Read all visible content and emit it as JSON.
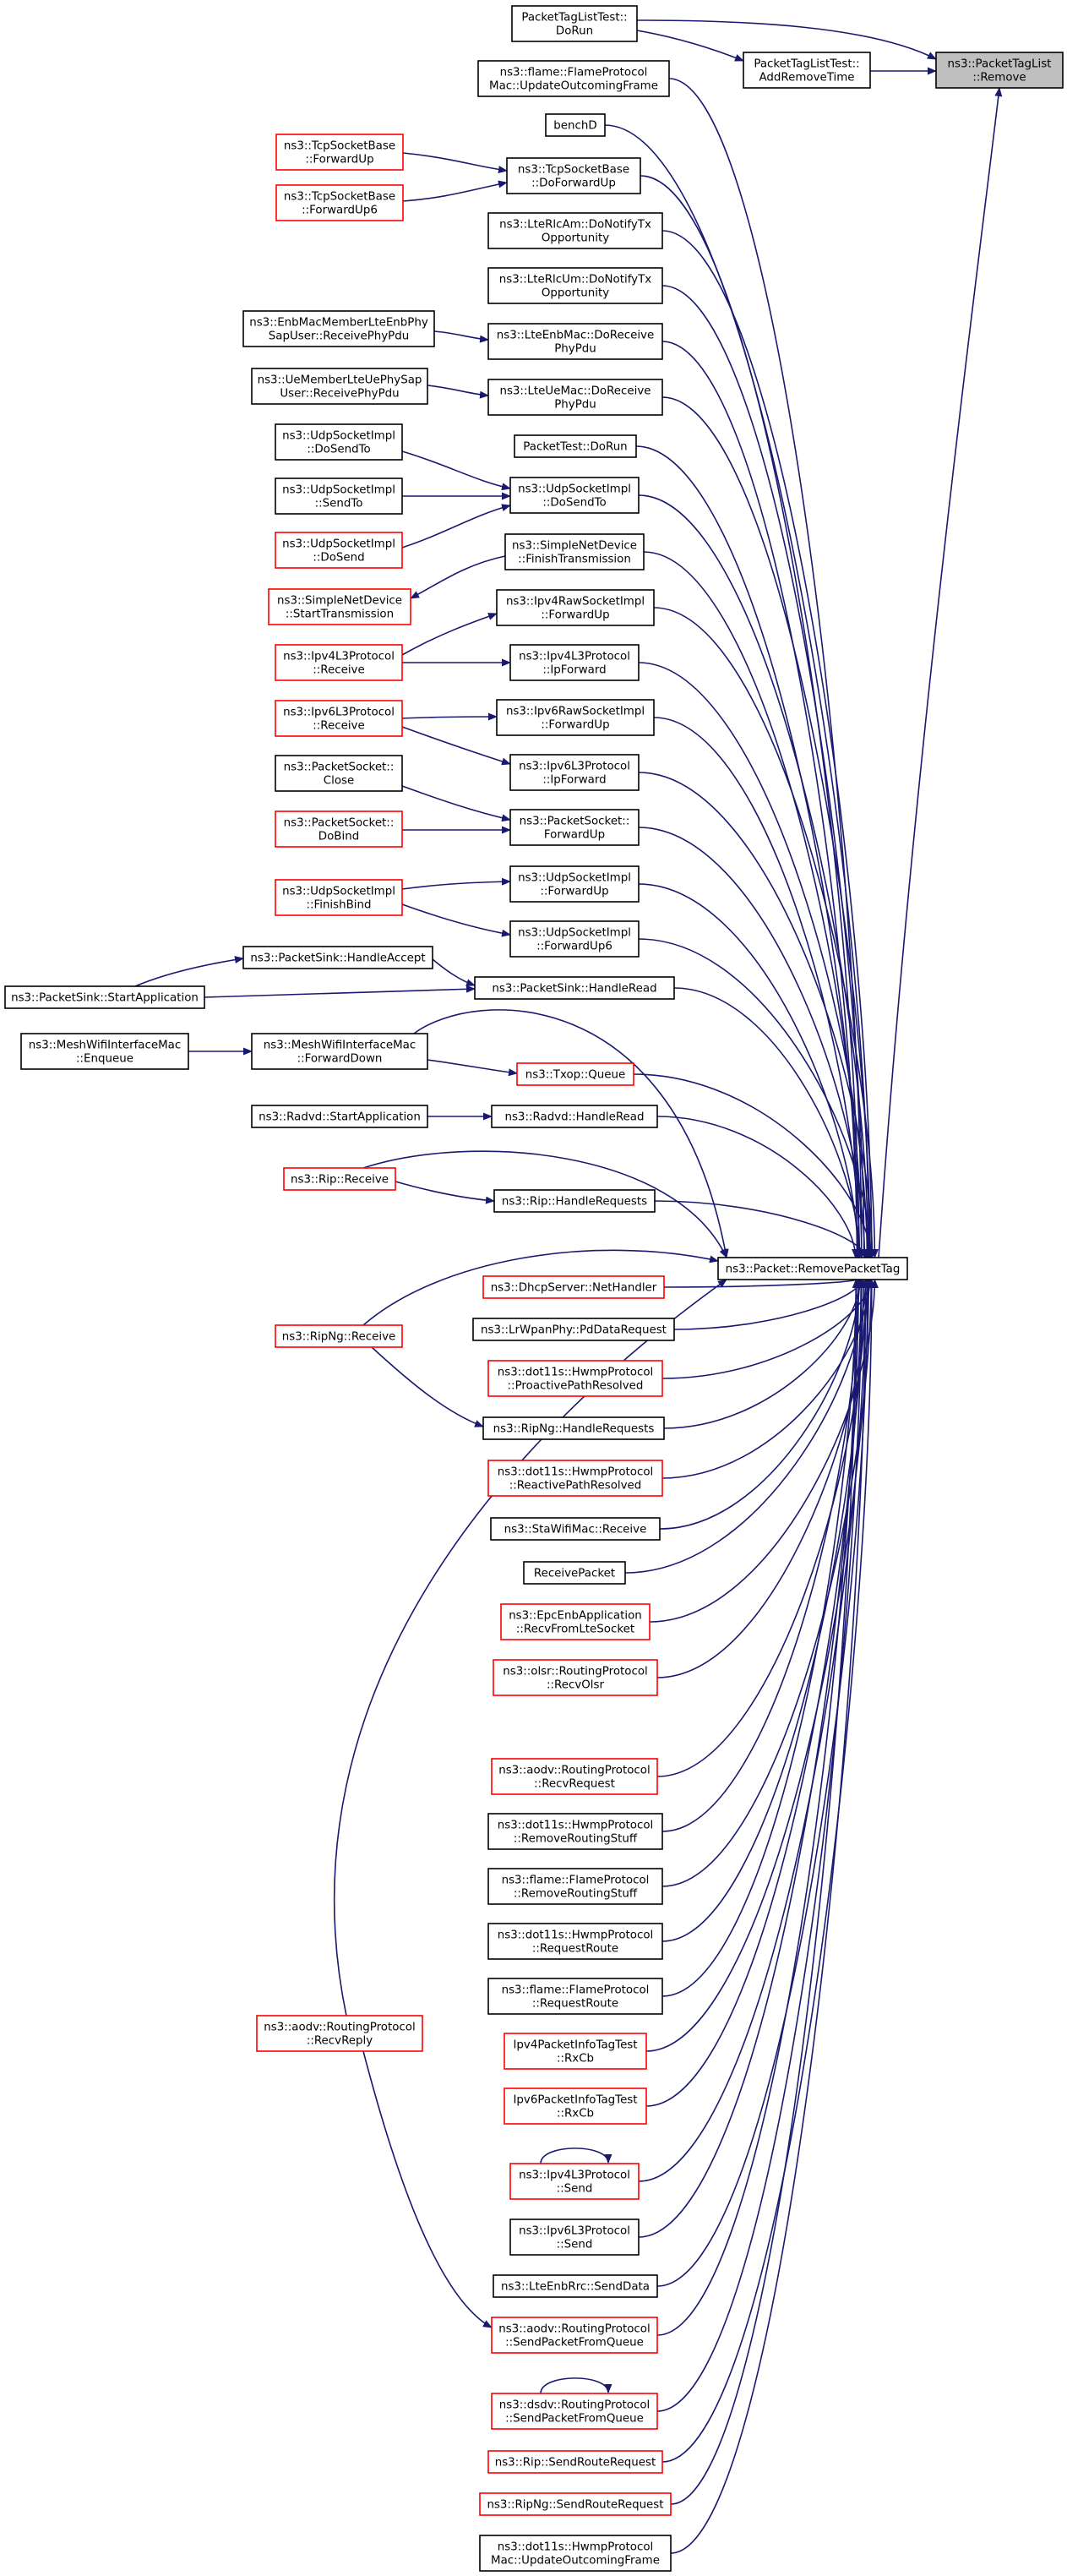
{
  "diagram": {
    "type": "doxygen-caller-graph",
    "colors": {
      "edge": "#191970",
      "border_default": "#000000",
      "border_truncated": "#ff0000",
      "root_fill": "#bfbfbf"
    },
    "nodes": [
      {
        "id": "tagRemove",
        "lines": [
          "ns3::PacketTagList",
          "::Remove"
        ],
        "style": "gray"
      },
      {
        "id": "addRemoveTime",
        "lines": [
          "PacketTagListTest::",
          "AddRemoveTime"
        ],
        "style": "black"
      },
      {
        "id": "tagListDoRun",
        "lines": [
          "PacketTagListTest::",
          "DoRun"
        ],
        "style": "black"
      },
      {
        "id": "flameUpdate",
        "lines": [
          "ns3::flame::FlameProtocol",
          "Mac::UpdateOutcomingFrame"
        ],
        "style": "black"
      },
      {
        "id": "benchD",
        "lines": [
          "benchD"
        ],
        "style": "black"
      },
      {
        "id": "tcpDoFwd",
        "lines": [
          "ns3::TcpSocketBase",
          "::DoForwardUp"
        ],
        "style": "black"
      },
      {
        "id": "tcpFwd",
        "lines": [
          "ns3::TcpSocketBase",
          "::ForwardUp"
        ],
        "style": "red"
      },
      {
        "id": "tcpFwd6",
        "lines": [
          "ns3::TcpSocketBase",
          "::ForwardUp6"
        ],
        "style": "red"
      },
      {
        "id": "rlcAm",
        "lines": [
          "ns3::LteRlcAm::DoNotifyTx",
          "Opportunity"
        ],
        "style": "black"
      },
      {
        "id": "rlcUm",
        "lines": [
          "ns3::LteRlcUm::DoNotifyTx",
          "Opportunity"
        ],
        "style": "black"
      },
      {
        "id": "enbMacRx",
        "lines": [
          "ns3::LteEnbMac::DoReceive",
          "PhyPdu"
        ],
        "style": "black"
      },
      {
        "id": "enbPhySap",
        "lines": [
          "ns3::EnbMacMemberLteEnbPhy",
          "SapUser::ReceivePhyPdu"
        ],
        "style": "black"
      },
      {
        "id": "ueMacRx",
        "lines": [
          "ns3::LteUeMac::DoReceive",
          "PhyPdu"
        ],
        "style": "black"
      },
      {
        "id": "uePhySap",
        "lines": [
          "ns3::UeMemberLteUePhySap",
          "User::ReceivePhyPdu"
        ],
        "style": "black"
      },
      {
        "id": "packetTestDoRun",
        "lines": [
          "PacketTest::DoRun"
        ],
        "style": "black"
      },
      {
        "id": "udpDoSendToA",
        "lines": [
          "ns3::UdpSocketImpl",
          "::DoSendTo"
        ],
        "style": "black"
      },
      {
        "id": "udpDoSendToB",
        "lines": [
          "ns3::UdpSocketImpl",
          "::DoSendTo"
        ],
        "style": "black"
      },
      {
        "id": "udpSendTo",
        "lines": [
          "ns3::UdpSocketImpl",
          "::SendTo"
        ],
        "style": "black"
      },
      {
        "id": "udpDoSend",
        "lines": [
          "ns3::UdpSocketImpl",
          "::DoSend"
        ],
        "style": "red"
      },
      {
        "id": "simpleFinish",
        "lines": [
          "ns3::SimpleNetDevice",
          "::FinishTransmission"
        ],
        "style": "black"
      },
      {
        "id": "simpleStart",
        "lines": [
          "ns3::SimpleNetDevice",
          "::StartTransmission"
        ],
        "style": "red"
      },
      {
        "id": "ipv4RawFwd",
        "lines": [
          "ns3::Ipv4RawSocketImpl",
          "::ForwardUp"
        ],
        "style": "black"
      },
      {
        "id": "ipv4L3Rx",
        "lines": [
          "ns3::Ipv4L3Protocol",
          "::Receive"
        ],
        "style": "red"
      },
      {
        "id": "ipv4L3IpFwd",
        "lines": [
          "ns3::Ipv4L3Protocol",
          "::IpForward"
        ],
        "style": "black"
      },
      {
        "id": "ipv6RawFwd",
        "lines": [
          "ns3::Ipv6RawSocketImpl",
          "::ForwardUp"
        ],
        "style": "black"
      },
      {
        "id": "ipv6L3Rx",
        "lines": [
          "ns3::Ipv6L3Protocol",
          "::Receive"
        ],
        "style": "red"
      },
      {
        "id": "ipv6L3IpFwd",
        "lines": [
          "ns3::Ipv6L3Protocol",
          "::IpForward"
        ],
        "style": "black"
      },
      {
        "id": "pktSockClose",
        "lines": [
          "ns3::PacketSocket::",
          "Close"
        ],
        "style": "black"
      },
      {
        "id": "pktSockFwd",
        "lines": [
          "ns3::PacketSocket::",
          "ForwardUp"
        ],
        "style": "black"
      },
      {
        "id": "pktSockBind",
        "lines": [
          "ns3::PacketSocket::",
          "DoBind"
        ],
        "style": "red"
      },
      {
        "id": "udpFwd",
        "lines": [
          "ns3::UdpSocketImpl",
          "::ForwardUp"
        ],
        "style": "black"
      },
      {
        "id": "udpFinishBind",
        "lines": [
          "ns3::UdpSocketImpl",
          "::FinishBind"
        ],
        "style": "red"
      },
      {
        "id": "udpFwd6",
        "lines": [
          "ns3::UdpSocketImpl",
          "::ForwardUp6"
        ],
        "style": "black"
      },
      {
        "id": "sinkAccept",
        "lines": [
          "ns3::PacketSink::HandleAccept"
        ],
        "style": "black"
      },
      {
        "id": "sinkStart",
        "lines": [
          "ns3::PacketSink::StartApplication"
        ],
        "style": "black"
      },
      {
        "id": "sinkRead",
        "lines": [
          "ns3::PacketSink::HandleRead"
        ],
        "style": "black"
      },
      {
        "id": "meshEnqueue",
        "lines": [
          "ns3::MeshWifiInterfaceMac",
          "::Enqueue"
        ],
        "style": "black"
      },
      {
        "id": "meshFwdDown",
        "lines": [
          "ns3::MeshWifiInterfaceMac",
          "::ForwardDown"
        ],
        "style": "black"
      },
      {
        "id": "txopQueue",
        "lines": [
          "ns3::Txop::Queue"
        ],
        "style": "red"
      },
      {
        "id": "radvdStart",
        "lines": [
          "ns3::Radvd::StartApplication"
        ],
        "style": "black"
      },
      {
        "id": "radvdRead",
        "lines": [
          "ns3::Radvd::HandleRead"
        ],
        "style": "black"
      },
      {
        "id": "ripRx",
        "lines": [
          "ns3::Rip::Receive"
        ],
        "style": "red"
      },
      {
        "id": "ripHandleReq",
        "lines": [
          "ns3::Rip::HandleRequests"
        ],
        "style": "black"
      },
      {
        "id": "removePacketTag",
        "lines": [
          "ns3::Packet::RemovePacketTag"
        ],
        "style": "black"
      },
      {
        "id": "dhcpNet",
        "lines": [
          "ns3::DhcpServer::NetHandler"
        ],
        "style": "red"
      },
      {
        "id": "lrwpan",
        "lines": [
          "ns3::LrWpanPhy::PdDataRequest"
        ],
        "style": "black"
      },
      {
        "id": "ripngRx",
        "lines": [
          "ns3::RipNg::Receive"
        ],
        "style": "red"
      },
      {
        "id": "hwmpProactive",
        "lines": [
          "ns3::dot11s::HwmpProtocol",
          "::ProactivePathResolved"
        ],
        "style": "red"
      },
      {
        "id": "ripngHandleReq",
        "lines": [
          "ns3::RipNg::HandleRequests"
        ],
        "style": "black"
      },
      {
        "id": "hwmpReactive",
        "lines": [
          "ns3::dot11s::HwmpProtocol",
          "::ReactivePathResolved"
        ],
        "style": "red"
      },
      {
        "id": "staRx",
        "lines": [
          "ns3::StaWifiMac::Receive"
        ],
        "style": "black"
      },
      {
        "id": "receivePacket",
        "lines": [
          "ReceivePacket"
        ],
        "style": "black"
      },
      {
        "id": "epcRecv",
        "lines": [
          "ns3::EpcEnbApplication",
          "::RecvFromLteSocket"
        ],
        "style": "red"
      },
      {
        "id": "olsrRecv",
        "lines": [
          "ns3::olsr::RoutingProtocol",
          "::RecvOlsr"
        ],
        "style": "red"
      },
      {
        "id": "aodvRecvReq",
        "lines": [
          "ns3::aodv::RoutingProtocol",
          "::RecvRequest"
        ],
        "style": "red"
      },
      {
        "id": "hwmpRemoveStuff",
        "lines": [
          "ns3::dot11s::HwmpProtocol",
          "::RemoveRoutingStuff"
        ],
        "style": "black"
      },
      {
        "id": "flameRemoveStuff",
        "lines": [
          "ns3::flame::FlameProtocol",
          "::RemoveRoutingStuff"
        ],
        "style": "black"
      },
      {
        "id": "hwmpReqRoute",
        "lines": [
          "ns3::dot11s::HwmpProtocol",
          "::RequestRoute"
        ],
        "style": "black"
      },
      {
        "id": "aodvRecvReply",
        "lines": [
          "ns3::aodv::RoutingProtocol",
          "::RecvReply"
        ],
        "style": "red"
      },
      {
        "id": "flameReqRoute",
        "lines": [
          "ns3::flame::FlameProtocol",
          "::RequestRoute"
        ],
        "style": "black"
      },
      {
        "id": "ipv4TagRx",
        "lines": [
          "Ipv4PacketInfoTagTest",
          "::RxCb"
        ],
        "style": "red"
      },
      {
        "id": "ipv6TagRx",
        "lines": [
          "Ipv6PacketInfoTagTest",
          "::RxCb"
        ],
        "style": "red"
      },
      {
        "id": "ipv4L3Send",
        "lines": [
          "ns3::Ipv4L3Protocol",
          "::Send"
        ],
        "style": "red"
      },
      {
        "id": "ipv6L3Send",
        "lines": [
          "ns3::Ipv6L3Protocol",
          "::Send"
        ],
        "style": "black"
      },
      {
        "id": "enbRrcSend",
        "lines": [
          "ns3::LteEnbRrc::SendData"
        ],
        "style": "black"
      },
      {
        "id": "aodvSendQueue",
        "lines": [
          "ns3::aodv::RoutingProtocol",
          "::SendPacketFromQueue"
        ],
        "style": "red"
      },
      {
        "id": "dsdvSendQueue",
        "lines": [
          "ns3::dsdv::RoutingProtocol",
          "::SendPacketFromQueue"
        ],
        "style": "red"
      },
      {
        "id": "ripSendReq",
        "lines": [
          "ns3::Rip::SendRouteRequest"
        ],
        "style": "red"
      },
      {
        "id": "ripngSendReq",
        "lines": [
          "ns3::RipNg::SendRouteRequest"
        ],
        "style": "red"
      },
      {
        "id": "hwmpUpdate",
        "lines": [
          "ns3::dot11s::HwmpProtocol",
          "Mac::UpdateOutcomingFrame"
        ],
        "style": "black"
      }
    ],
    "edges": [
      [
        "tagListDoRun",
        "tagRemove"
      ],
      [
        "tagListDoRun",
        "addRemoveTime"
      ],
      [
        "addRemoveTime",
        "tagRemove"
      ],
      [
        "removePacketTag",
        "tagRemove"
      ],
      [
        "flameUpdate",
        "removePacketTag"
      ],
      [
        "benchD",
        "removePacketTag"
      ],
      [
        "tcpDoFwd",
        "removePacketTag"
      ],
      [
        "tcpFwd",
        "tcpDoFwd"
      ],
      [
        "tcpFwd6",
        "tcpDoFwd"
      ],
      [
        "rlcAm",
        "removePacketTag"
      ],
      [
        "rlcUm",
        "removePacketTag"
      ],
      [
        "enbMacRx",
        "removePacketTag"
      ],
      [
        "enbPhySap",
        "enbMacRx"
      ],
      [
        "ueMacRx",
        "removePacketTag"
      ],
      [
        "uePhySap",
        "ueMacRx"
      ],
      [
        "packetTestDoRun",
        "removePacketTag"
      ],
      [
        "udpDoSendToB",
        "removePacketTag"
      ],
      [
        "udpDoSendToA",
        "udpDoSendToB"
      ],
      [
        "udpSendTo",
        "udpDoSendToB"
      ],
      [
        "udpDoSend",
        "udpDoSendToB"
      ],
      [
        "simpleFinish",
        "removePacketTag"
      ],
      [
        "simpleFinish",
        "simpleStart"
      ],
      [
        "ipv4RawFwd",
        "removePacketTag"
      ],
      [
        "ipv4L3Rx",
        "ipv4RawFwd"
      ],
      [
        "ipv4L3IpFwd",
        "removePacketTag"
      ],
      [
        "ipv4L3Rx",
        "ipv4L3IpFwd"
      ],
      [
        "ipv6RawFwd",
        "removePacketTag"
      ],
      [
        "ipv6L3Rx",
        "ipv6RawFwd"
      ],
      [
        "ipv6L3IpFwd",
        "removePacketTag"
      ],
      [
        "ipv6L3Rx",
        "ipv6L3IpFwd"
      ],
      [
        "pktSockFwd",
        "removePacketTag"
      ],
      [
        "pktSockClose",
        "pktSockFwd"
      ],
      [
        "pktSockBind",
        "pktSockFwd"
      ],
      [
        "udpFwd",
        "removePacketTag"
      ],
      [
        "udpFinishBind",
        "udpFwd"
      ],
      [
        "udpFwd6",
        "removePacketTag"
      ],
      [
        "udpFinishBind",
        "udpFwd6"
      ],
      [
        "sinkStart",
        "sinkAccept"
      ],
      [
        "sinkAccept",
        "sinkRead"
      ],
      [
        "sinkStart",
        "sinkRead"
      ],
      [
        "sinkRead",
        "removePacketTag"
      ],
      [
        "meshEnqueue",
        "meshFwdDown"
      ],
      [
        "meshFwdDown",
        "removePacketTag"
      ],
      [
        "meshFwdDown",
        "txopQueue"
      ],
      [
        "txopQueue",
        "removePacketTag"
      ],
      [
        "radvdStart",
        "radvdRead"
      ],
      [
        "radvdRead",
        "removePacketTag"
      ],
      [
        "ripRx",
        "removePacketTag"
      ],
      [
        "ripRx",
        "ripHandleReq"
      ],
      [
        "ripHandleReq",
        "removePacketTag"
      ],
      [
        "ripngRx",
        "removePacketTag"
      ],
      [
        "ripngRx",
        "ripngHandleReq"
      ],
      [
        "ripngHandleReq",
        "removePacketTag"
      ],
      [
        "dhcpNet",
        "removePacketTag"
      ],
      [
        "lrwpan",
        "removePacketTag"
      ],
      [
        "hwmpProactive",
        "removePacketTag"
      ],
      [
        "hwmpReactive",
        "removePacketTag"
      ],
      [
        "staRx",
        "removePacketTag"
      ],
      [
        "receivePacket",
        "removePacketTag"
      ],
      [
        "epcRecv",
        "removePacketTag"
      ],
      [
        "olsrRecv",
        "removePacketTag"
      ],
      [
        "aodvRecvReq",
        "removePacketTag"
      ],
      [
        "hwmpRemoveStuff",
        "removePacketTag"
      ],
      [
        "flameRemoveStuff",
        "removePacketTag"
      ],
      [
        "hwmpReqRoute",
        "removePacketTag"
      ],
      [
        "flameReqRoute",
        "removePacketTag"
      ],
      [
        "aodvRecvReply",
        "removePacketTag"
      ],
      [
        "aodvRecvReply",
        "aodvSendQueue"
      ],
      [
        "ipv4TagRx",
        "removePacketTag"
      ],
      [
        "ipv6TagRx",
        "removePacketTag"
      ],
      [
        "ipv4L3Send",
        "removePacketTag"
      ],
      [
        "ipv4L3Send",
        "ipv4L3Send"
      ],
      [
        "ipv6L3Send",
        "removePacketTag"
      ],
      [
        "enbRrcSend",
        "removePacketTag"
      ],
      [
        "aodvSendQueue",
        "removePacketTag"
      ],
      [
        "dsdvSendQueue",
        "removePacketTag"
      ],
      [
        "dsdvSendQueue",
        "dsdvSendQueue"
      ],
      [
        "ripSendReq",
        "removePacketTag"
      ],
      [
        "ripngSendReq",
        "removePacketTag"
      ],
      [
        "hwmpUpdate",
        "removePacketTag"
      ]
    ]
  }
}
